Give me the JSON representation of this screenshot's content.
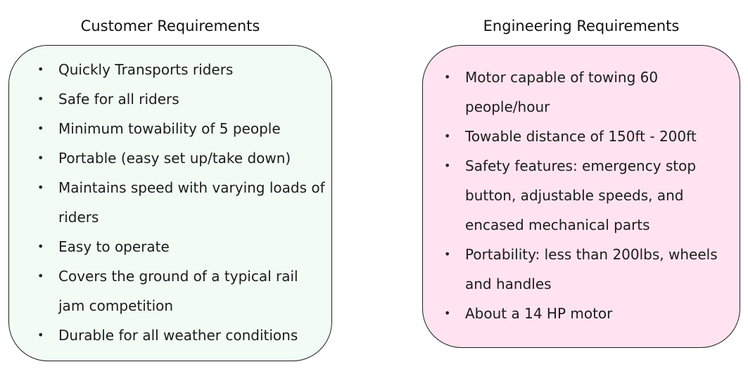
{
  "customer": {
    "title": "Customer Requirements",
    "items": [
      "Quickly Transports riders",
      "Safe for all riders",
      "Minimum towability of 5 people",
      "Portable (easy set up/take down)",
      "Maintains speed with varying loads of riders",
      "Easy to operate",
      "Covers the ground of a typical rail jam competition",
      "Durable for all weather conditions"
    ]
  },
  "engineering": {
    "title": "Engineering Requirements",
    "items": [
      "Motor capable of towing 60 people/hour",
      "Towable distance of 150ft - 200ft",
      "Safety features: emergency stop button, adjustable speeds, and encased mechanical parts",
      "Portability: less than 200lbs, wheels and handles",
      "About a 14 HP motor"
    ]
  },
  "colors": {
    "customer_fill": "#f2fbf4",
    "engineering_fill": "#ffe3f0",
    "border": "#1f1f1f"
  },
  "icons": {
    "bullet": "bullet-dot-icon"
  }
}
